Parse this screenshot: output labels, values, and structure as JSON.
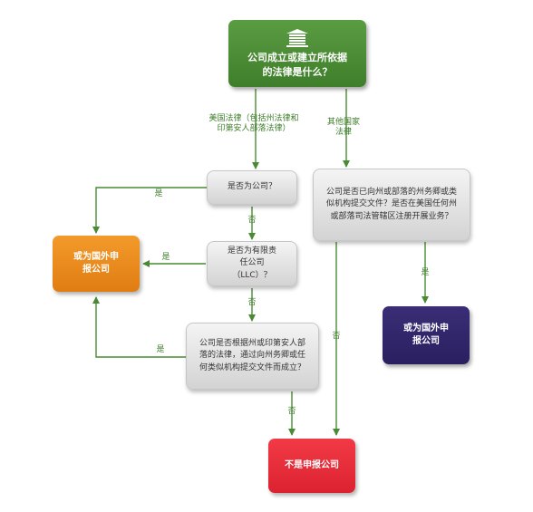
{
  "nodes": {
    "top": "公司成立或建立所依据的法律是什么？",
    "is_corp": "是否为公司？",
    "is_llc": "是否为有限责任公司（LLC）？",
    "state_law": "公司是否根据州或印第安人部落的法律，通过向州务卿或任何类似机构提交文件而成立？",
    "other_q": "公司是否已向州或部落的州务卿或类似机构提交文件？是否在美国任何州或部落司法管辖区注册开展业务？",
    "foreign_left": "或为国外申报公司",
    "foreign_right": "或为国外申报公司",
    "not_reporting": "不是申报公司"
  },
  "edge_labels": {
    "us_law": "美国法律（包括州法律和印第安人部落法律）",
    "other_law": "其他国家法律",
    "yes_corp": "是",
    "no_corp": "否",
    "yes_llc": "是",
    "no_llc": "否",
    "yes_state": "是",
    "no_state": "否",
    "yes_other": "是",
    "no_other": "否"
  },
  "colors": {
    "green": "#3f7e2b",
    "orange": "#e88a1c",
    "navy": "#2f2468",
    "red": "#e82a36"
  },
  "icons": {
    "top": "building-icon"
  }
}
